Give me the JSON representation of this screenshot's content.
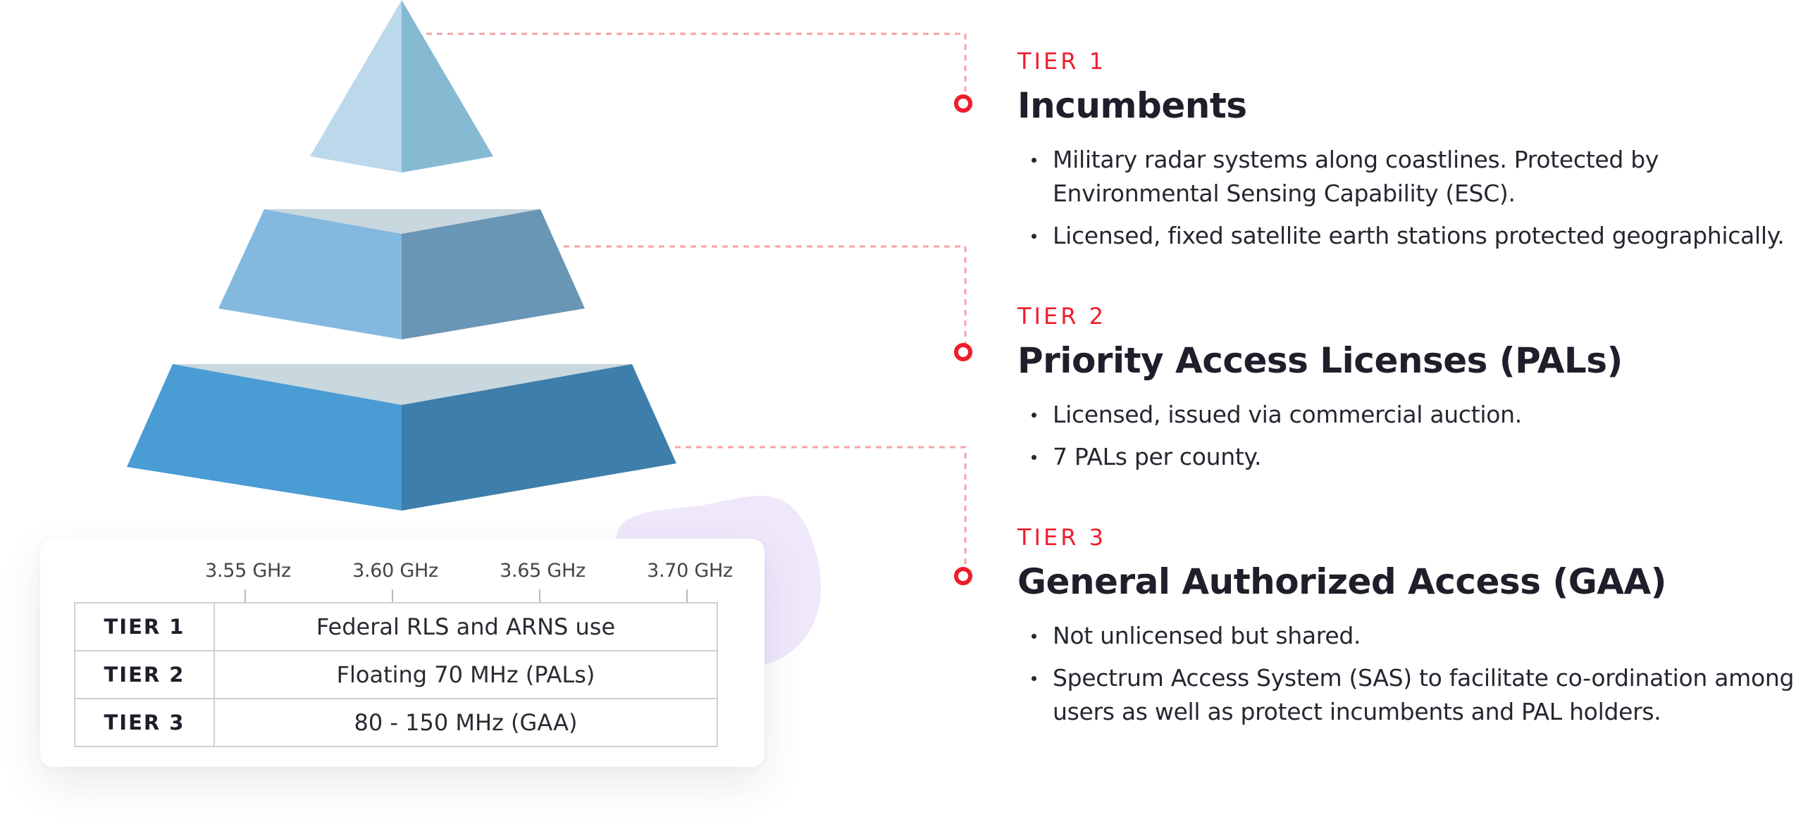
{
  "tiers": [
    {
      "kicker": "TIER 1",
      "title": "Incumbents",
      "bullets": [
        "Military radar systems along coastlines. Protected by Environmental Sensing Capability (ESC).",
        "Licensed, fixed satellite earth stations protected geographically."
      ]
    },
    {
      "kicker": "TIER 2",
      "title": "Priority Access Licenses (PALs)",
      "bullets": [
        "Licensed, issued via commercial auction.",
        "7 PALs per county."
      ]
    },
    {
      "kicker": "TIER 3",
      "title": "General Authorized Access (GAA)",
      "bullets": [
        "Not unlicensed but shared.",
        "Spectrum Access System (SAS) to facilitate co-ordination among users as well as protect incumbents and PAL holders."
      ]
    }
  ],
  "frequency_table": {
    "frequencies": [
      "3.55 GHz",
      "3.60 GHz",
      "3.65 GHz",
      "3.70 GHz"
    ],
    "rows": [
      {
        "tier": "TIER 1",
        "allocation": "Federal RLS and ARNS use"
      },
      {
        "tier": "TIER 2",
        "allocation": "Floating 70 MHz (PALs)"
      },
      {
        "tier": "TIER 3",
        "allocation": "80 - 150 MHz (GAA)"
      }
    ]
  },
  "colors": {
    "accent": "#ee1d2c",
    "connector": "#f7a3a8",
    "blob": "#efe8fb",
    "tier1_left": "#bcd8eb",
    "tier1_right": "#86bad3",
    "tier2_left": "#84b9df",
    "tier2_right": "#6a96b5",
    "tier3_left": "#4a9cd5",
    "tier3_right": "#3e7eaa",
    "top_face": "#c9d7de"
  }
}
